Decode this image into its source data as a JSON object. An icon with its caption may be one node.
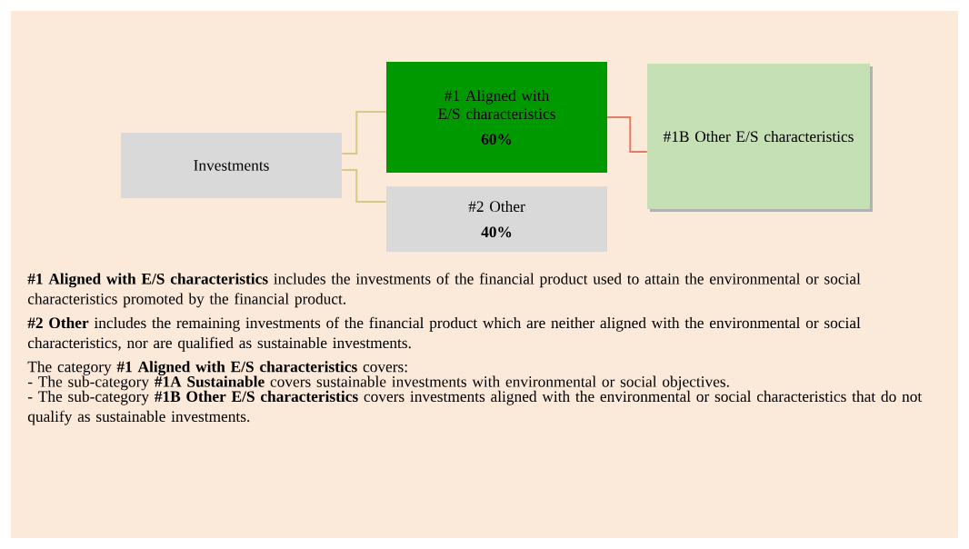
{
  "diagram": {
    "nodes": [
      {
        "text": [
          "Investments"
        ]
      },
      {
        "text": [
          "#1 Aligned with E/S characteristics",
          "60%"
        ]
      },
      {
        "text": [
          "#2 Other",
          "40%"
        ]
      },
      {
        "text": [
          "#1B Other E/S characteristics"
        ]
      }
    ],
    "edges": [
      {
        "from": 0,
        "to": 1,
        "arrow": "none"
      },
      {
        "from": 0,
        "to": 2,
        "arrow": "none"
      },
      {
        "from": 1,
        "to": 3,
        "arrow": "none",
        "color": "#e07b65"
      }
    ],
    "labels": [
      "**#1 Aligned with E/S characteristics** includes the investments of the financial product used to attain the environmental or social characteristics promoted by the financial product.",
      "**#2 Other** includes the remaining investments of the financial product which are neither aligned with the environmental or social characteristics, nor are qualified as sustainable investments.",
      "The category **#1 Aligned with E/S characteristics** covers:",
      "- The sub-category **#1A Sustainable** covers sustainable investments with environmental or social objectives.",
      "- The sub-category **#1B Other E/S characteristics** covers investments aligned with the environmental or social characteristics that do not qualify as sustainable investments."
    ]
  }
}
